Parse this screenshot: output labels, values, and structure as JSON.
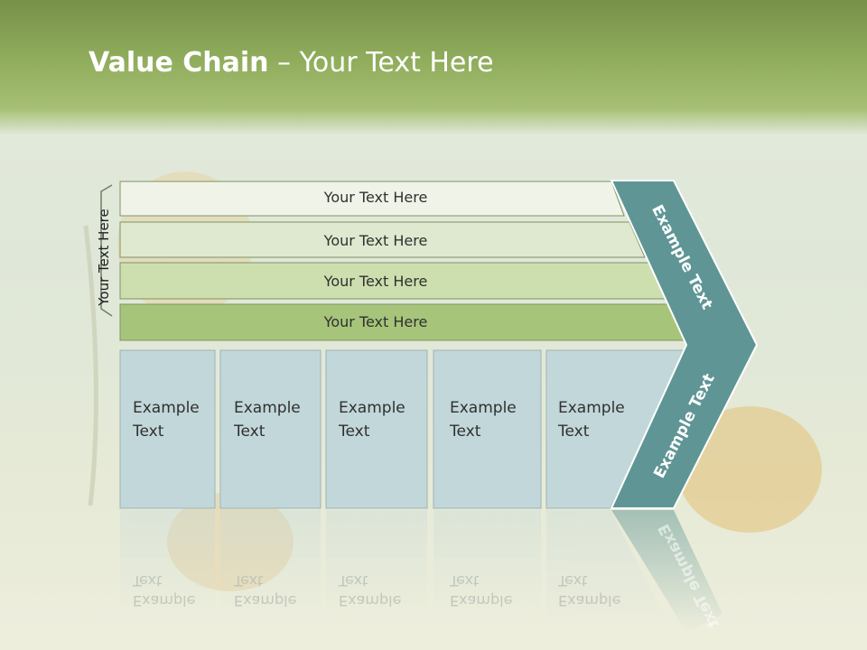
{
  "title": {
    "bold": "Value Chain",
    "rest": " – Your Text Here"
  },
  "side_label": "Your Text Here",
  "bars": [
    {
      "label": "Your Text Here",
      "color": "#f0f4e8"
    },
    {
      "label": "Your Text Here",
      "color": "#dfe9cf"
    },
    {
      "label": "Your Text Here",
      "color": "#cddfae"
    },
    {
      "label": "Your Text Here",
      "color": "#a7c57a"
    }
  ],
  "columns": [
    {
      "line1": "Example",
      "line2": "Text"
    },
    {
      "line1": "Example",
      "line2": "Text"
    },
    {
      "line1": "Example",
      "line2": "Text"
    },
    {
      "line1": "Example",
      "line2": "Text"
    },
    {
      "line1": "Example",
      "line2": "Text"
    }
  ],
  "arrow": {
    "upper_text": "Example Text",
    "lower_text": "Example Text",
    "color": "#5f9595"
  },
  "colors": {
    "column_fill": "#c2d7d9",
    "header": "#8fab5b"
  }
}
